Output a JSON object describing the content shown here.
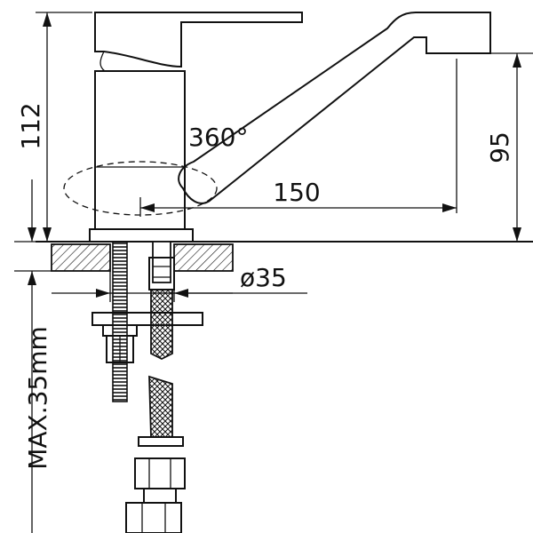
{
  "dimensions": {
    "height_total": "112",
    "rotation": "360°",
    "spout_reach": "150",
    "spout_height": "95",
    "base_diameter": "ø35",
    "max_counter_thickness": "MAX.35mm"
  },
  "colors": {
    "line": "#111111",
    "background": "#ffffff"
  }
}
